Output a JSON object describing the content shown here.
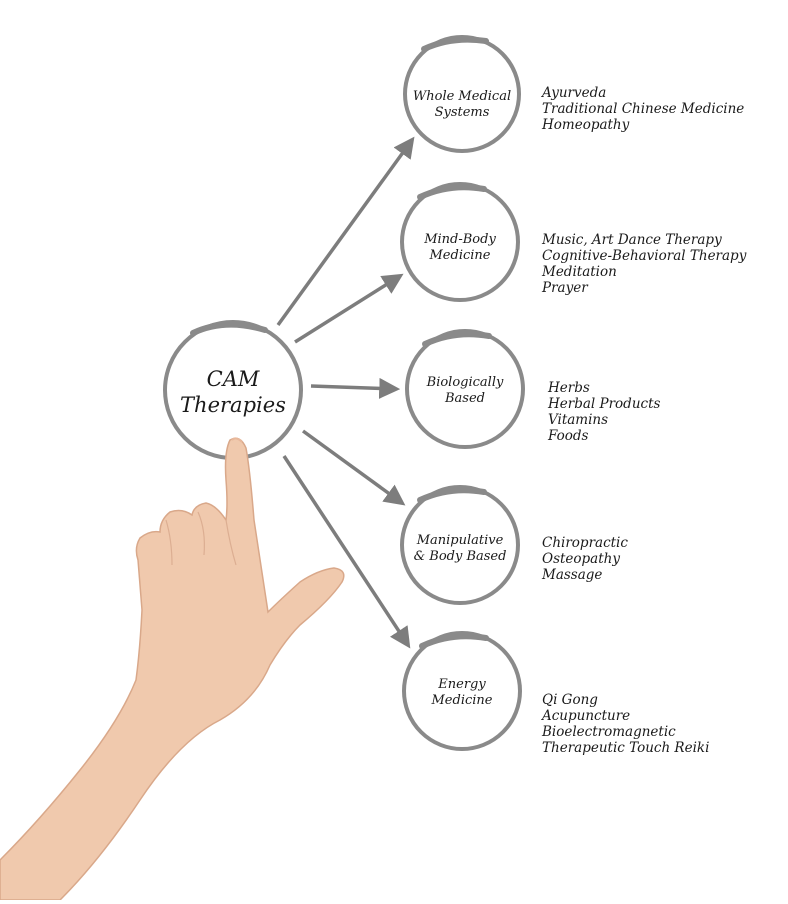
{
  "center": {
    "line1": "CAM",
    "line2": "Therapies"
  },
  "branches": [
    {
      "line1": "Whole Medical",
      "line2": "Systems",
      "items": [
        "Ayurveda",
        "Traditional Chinese Medicine",
        "Homeopathy"
      ]
    },
    {
      "line1": "Mind-Body",
      "line2": "Medicine",
      "items": [
        "Music, Art Dance Therapy",
        "Cognitive-Behavioral Therapy",
        "Meditation",
        "Prayer"
      ]
    },
    {
      "line1": "Biologically",
      "line2": "Based",
      "items": [
        "Herbs",
        "Herbal Products",
        "Vitamins",
        "Foods"
      ]
    },
    {
      "line1": "Manipulative",
      "line2": "& Body Based",
      "items": [
        "Chiropractic",
        "Osteopathy",
        "Massage"
      ]
    },
    {
      "line1": "Energy",
      "line2": "Medicine",
      "items": [
        "Qi Gong",
        "Acupuncture",
        "Bioelectromagnetic",
        "Therapeutic Touch Reiki"
      ]
    }
  ],
  "colors": {
    "circle": "#8a8a8a",
    "arrow": "#7d7d7d",
    "skin": "#f0c9ad",
    "text": "#1a1a1a"
  }
}
